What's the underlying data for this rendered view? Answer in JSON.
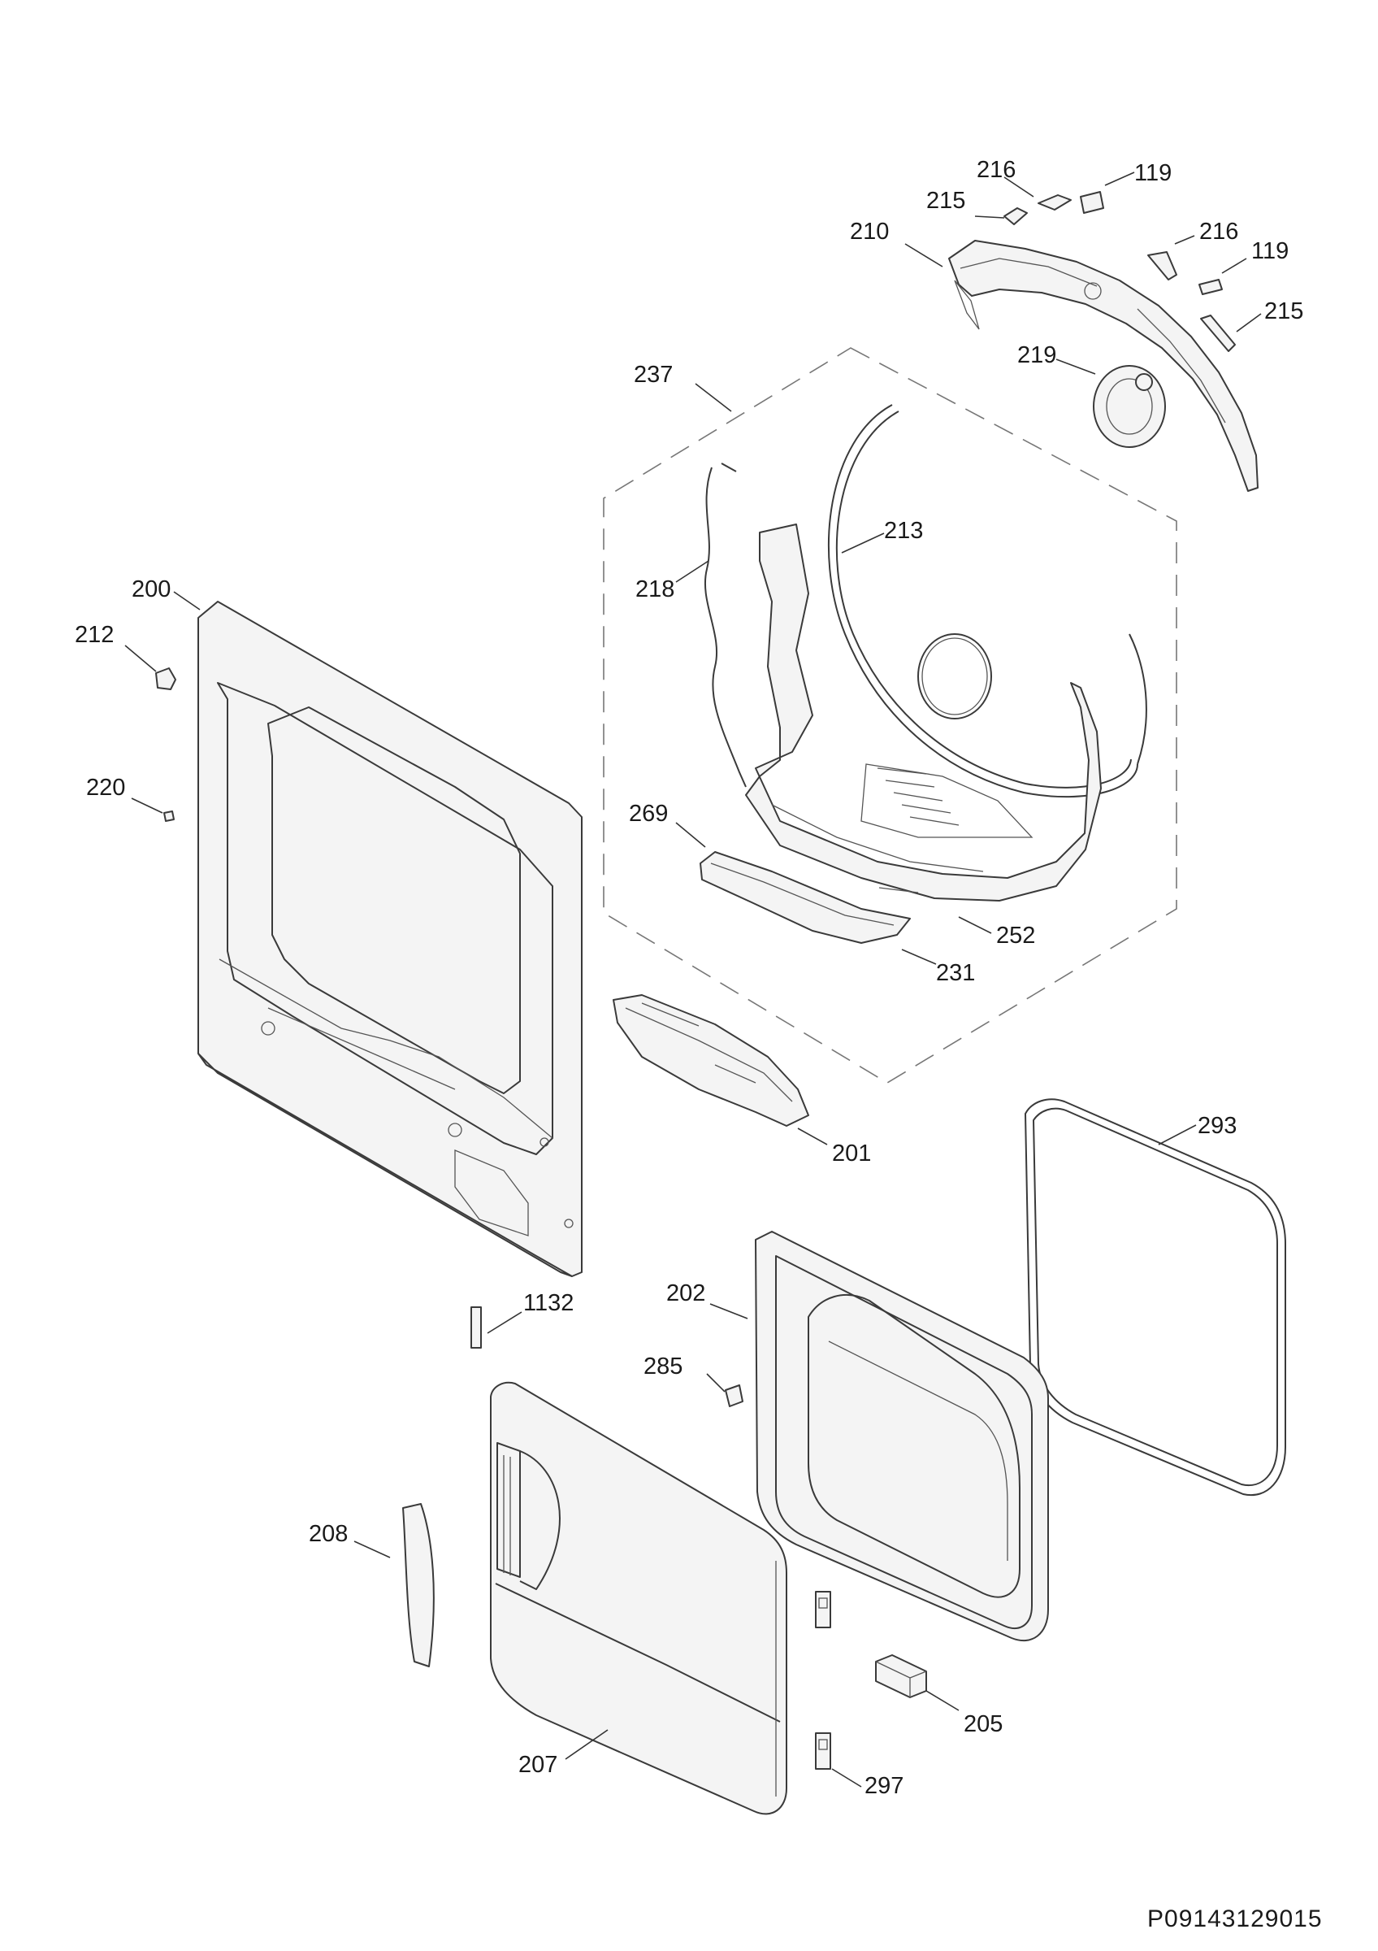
{
  "diagram": {
    "drawing_code": "P09143129015",
    "callouts": {
      "c216a": "216",
      "c119a": "119",
      "c215a": "215",
      "c210": "210",
      "c216b": "216",
      "c119b": "119",
      "c215b": "215",
      "c219": "219",
      "c237": "237",
      "c213": "213",
      "c218": "218",
      "c200": "200",
      "c212": "212",
      "c220": "220",
      "c269": "269",
      "c252": "252",
      "c231": "231",
      "c201": "201",
      "c293": "293",
      "c1132": "1132",
      "c202": "202",
      "c285": "285",
      "c208": "208",
      "c205": "205",
      "c207": "207",
      "c297": "297"
    }
  }
}
